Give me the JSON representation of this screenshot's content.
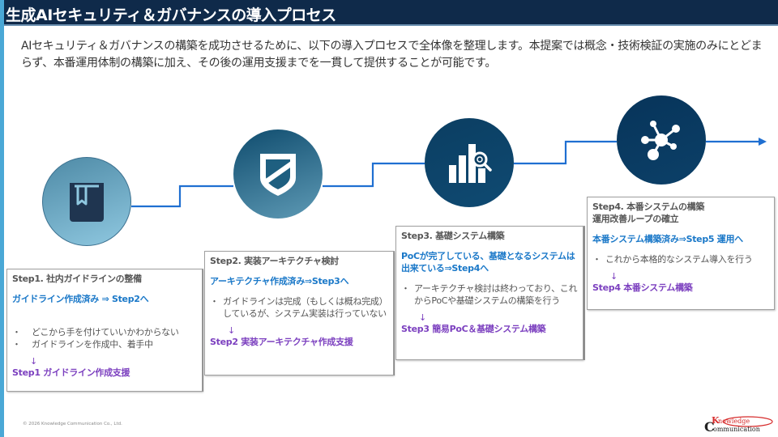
{
  "header": {
    "title": "生成AIセキュリティ＆ガバナンスの導入プロセス"
  },
  "intro": {
    "text": "AIセキュリティ＆ガバナンスの構築を成功させるために、以下の導入プロセスで全体像を整理します。本提案では概念・技術検証の実施のみにとどまらず、本番運用体制の構築に加え、その後の運用支援までを一貫して提供することが可能です。"
  },
  "colors": {
    "title_bar": "#0f2a4a",
    "accent_line": "#1f6fd1",
    "goal_text": "#1a78c8",
    "service_text": "#7b3fbf",
    "left_bar": "#4aa8d6"
  },
  "steps": [
    {
      "icon": "book-icon",
      "title": "Step1. 社内ガイドラインの整備",
      "goal": "ガイドライン作成済み ⇒ Step2へ",
      "bullets": [
        "どこから手を付けていいかわからない",
        "ガイドラインを作成中、着手中"
      ],
      "arrow": "↓",
      "service": "Step1 ガイドライン作成支援"
    },
    {
      "icon": "shield-icon",
      "title": "Step2. 実装アーキテクチャ検討",
      "goal": "アーキテクチャ作成済み⇒Step3へ",
      "bullets": [
        "ガイドラインは完成（もしくは概ね完成）しているが、システム実装は行っていない"
      ],
      "arrow": "↓",
      "service": "Step2 実装アーキテクチャ作成支援"
    },
    {
      "icon": "chart-search-icon",
      "title": "Step3. 基礎システム構築",
      "goal": "PoCが完了している、基礎となるシステムは出来ている⇒Step4へ",
      "bullets": [
        "アーキテクチャ検討は終わっており、これからPoCや基礎システムの構築を行う"
      ],
      "arrow": "↓",
      "service": "Step3 簡易PoC＆基礎システム構築"
    },
    {
      "icon": "network-hub-icon",
      "title": "Step4. 本番システムの構築",
      "title2": "運用改善ループの確立",
      "goal": "本番システム構築済み⇒Step5 運用へ",
      "bullets": [
        "これから本格的なシステム導入を行う"
      ],
      "arrow": "↓",
      "service": "Step4 本番システム構築"
    }
  ],
  "footer": {
    "copyright": "© 2026 Knowledge Communication Co., Ltd.",
    "logo_text_top": "Knowledge",
    "logo_text_bottom": "Communication"
  }
}
